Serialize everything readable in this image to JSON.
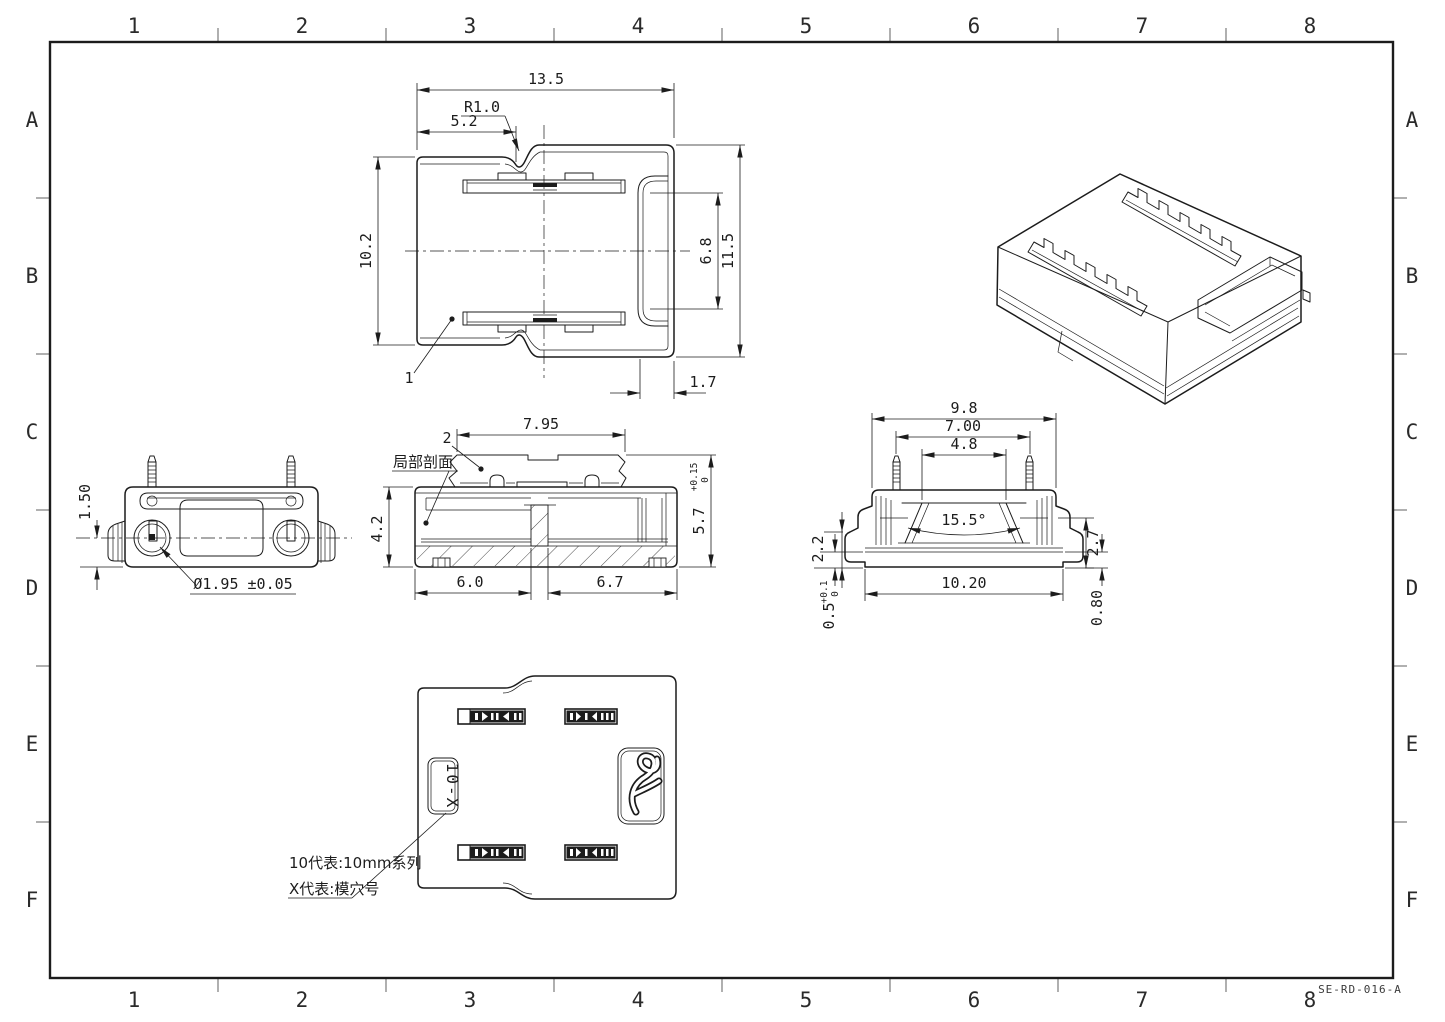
{
  "colors": {
    "background": "#ffffff",
    "line": "#1c1c1c"
  },
  "frame": {
    "doc_code": "SE-RD-016-A"
  },
  "grid": {
    "cols": [
      "1",
      "2",
      "3",
      "4",
      "5",
      "6",
      "7",
      "8"
    ],
    "rows": [
      "A",
      "B",
      "C",
      "D",
      "E",
      "F"
    ]
  },
  "top_view": {
    "balloon": "1",
    "dims": {
      "overall_width": "13.5",
      "corner_radius": "R1.0",
      "left_width": "5.2",
      "left_height": "10.2",
      "cavity_height": "6.8",
      "overall_height": "11.5",
      "right_offset": "1.7"
    }
  },
  "section_view": {
    "label": "局部剖面",
    "balloon": "2",
    "dims": {
      "top_width": "7.95",
      "body_height": "4.2",
      "total_height": "5.7",
      "total_height_tol_upper": "+0.15",
      "total_height_tol_lower": "0",
      "left_width": "6.0",
      "right_width": "6.7"
    }
  },
  "front_view": {
    "dims": {
      "pin_offset": "1.50",
      "hole_dia": "Ø1.95 ±0.05"
    }
  },
  "side_view": {
    "dims": {
      "body_width": "9.8",
      "pin_pitch": "7.00",
      "slot_width": "4.8",
      "draft_angle": "15.5°",
      "flange_height": "2.2",
      "right_height": "2.7",
      "base_width": "10.20",
      "base_height": "0.80",
      "standoff": "0.5",
      "standoff_tol_upper": "+0.1",
      "standoff_tol_lower": "0"
    }
  },
  "bottom_view": {
    "cavity_marking": "10-X",
    "notes": [
      "10代表:10mm系列",
      "X代表:模穴号"
    ]
  },
  "icons": {
    "brand_logo": "script-monogram"
  }
}
